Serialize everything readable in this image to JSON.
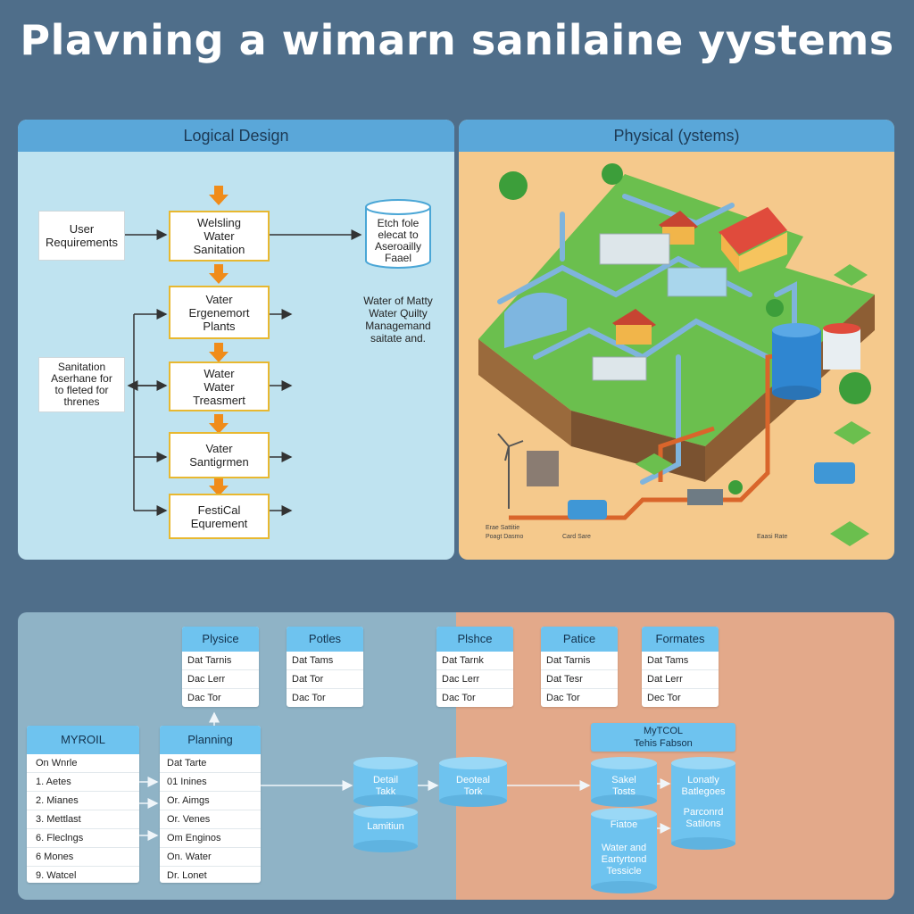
{
  "title": "Plavning a wimarn sanilaine yystems",
  "logical": {
    "header": "Logical Design",
    "user_req": [
      "User",
      "Requirements"
    ],
    "flow": [
      [
        "Welsling",
        "Water",
        "Sanitation"
      ],
      [
        "Vater",
        "Ergenemort",
        "Plants"
      ],
      [
        "Water",
        "Water",
        "Treasmert"
      ],
      [
        "Vater",
        "Santigrmen"
      ],
      [
        "FestiCal",
        "Equrement"
      ]
    ],
    "sanitation_note": [
      "Sanitation",
      "Aserhane for",
      "to fleted for",
      "threnes"
    ],
    "cylinder": [
      "Etch fole",
      "elecat to",
      "Aseroailly",
      "Faael"
    ],
    "quality_note": [
      "Water of Matty",
      "Water Quilty",
      "Managemand",
      "saitate and."
    ]
  },
  "physical": {
    "header": "Physical (ystems)",
    "small_labels": [
      "Erae Sattitie",
      "Poagt Dasmo",
      "Card Sare",
      "Eaasi Rate"
    ]
  },
  "bottom": {
    "top_cards": [
      {
        "title": "Plysice",
        "rows": [
          "Dat Tarnis",
          "Dac Lerr",
          "Dac Tor"
        ]
      },
      {
        "title": "Potles",
        "rows": [
          "Dat Tams",
          "Dat Tor",
          "Dac Tor"
        ]
      },
      {
        "title": "Plshce",
        "rows": [
          "Dat Tarnk",
          "Dac Lerr",
          "Dac Tor"
        ]
      },
      {
        "title": "Patice",
        "rows": [
          "Dat Tarnis",
          "Dat Tesr",
          "Dac Tor"
        ]
      },
      {
        "title": "Formates",
        "rows": [
          "Dat Tams",
          "Dat Lerr",
          "Dec Tor"
        ]
      }
    ],
    "myrol": {
      "title": "MYROIL",
      "rows": [
        "On Wnrle",
        "1.  Aetes",
        "2.  Mianes",
        "3.  Mettlast",
        "6.  Fleclngs",
        "6   Mones",
        "9.  Watcel"
      ]
    },
    "planning": {
      "title": "Planning",
      "rows": [
        "Dat Tarte",
        "01  Inines",
        "Or.  Aimgs",
        "Or.  Venes",
        "Om  Enginos",
        "On.  Water",
        "Dr.  Lonet"
      ]
    },
    "cylinders": [
      [
        "Detail",
        "Takk"
      ],
      [
        "Lamitiun"
      ],
      [
        "Deoteal",
        "Tork"
      ],
      [
        "Sakel",
        "Tosts"
      ],
      [
        "Fiatoe",
        "",
        "Water and",
        "Eartyrtond",
        "Tessicle"
      ],
      [
        "Lonatly",
        "Batlegoes",
        "",
        "Parconrd",
        "Satilons"
      ]
    ],
    "mysql_title": [
      "MyTCOL",
      "Tehis Fabson"
    ]
  }
}
